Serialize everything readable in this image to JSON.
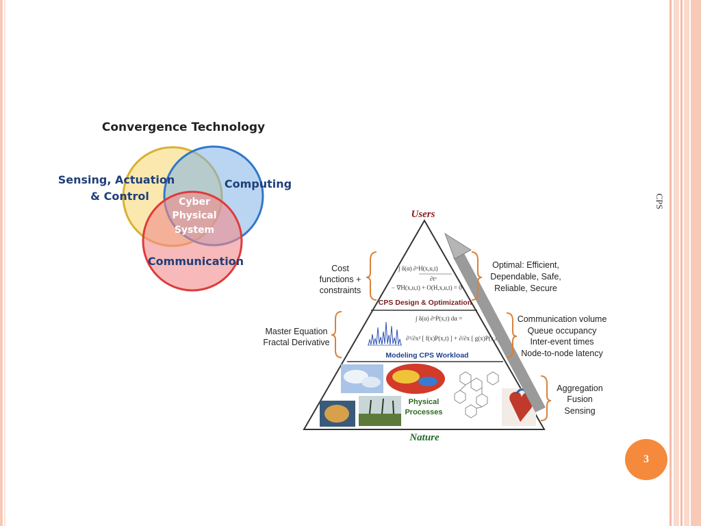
{
  "side_label": "CPS",
  "page_number": "3",
  "venn": {
    "title": "Convergence Technology",
    "sensing_line1": "Sensing, Actuation",
    "sensing_line2": "& Control",
    "computing": "Computing",
    "communication": "Communication",
    "center_line1": "Cyber",
    "center_line2": "Physical",
    "center_line3": "System",
    "colors": {
      "sensing": "#f5d66b",
      "computing": "#7fb2e5",
      "communication": "#f28b8b",
      "text": "#1f3f7a"
    }
  },
  "pyramid": {
    "top_label": "Users",
    "bottom_label": "Nature",
    "tier_top": "CPS Design & Optimization",
    "tier_mid": "Modeling CPS Workload",
    "tier_bottom_line1": "Physical",
    "tier_bottom_line2": "Processes",
    "left_top": [
      "Cost",
      "functions +",
      "constraints"
    ],
    "left_mid": [
      "Master Equation",
      "Fractal Derivative"
    ],
    "right_top": [
      "Optimal: Efficient,",
      "Dependable, Safe,",
      "Reliable, Secure"
    ],
    "right_mid": [
      "Communication volume",
      "Queue occupancy",
      "Inter-event times",
      "Node-to-node latency"
    ],
    "right_bottom": [
      "Aggregation",
      "Fusion",
      "Sensing"
    ],
    "colors": {
      "users": "#8b1a1a",
      "nature": "#1f6b2a",
      "tier_top": "#7a1a1a",
      "tier_mid": "#1e3f8f",
      "tier_bottom": "#2a6b1f",
      "brace": "#d9813a"
    }
  }
}
